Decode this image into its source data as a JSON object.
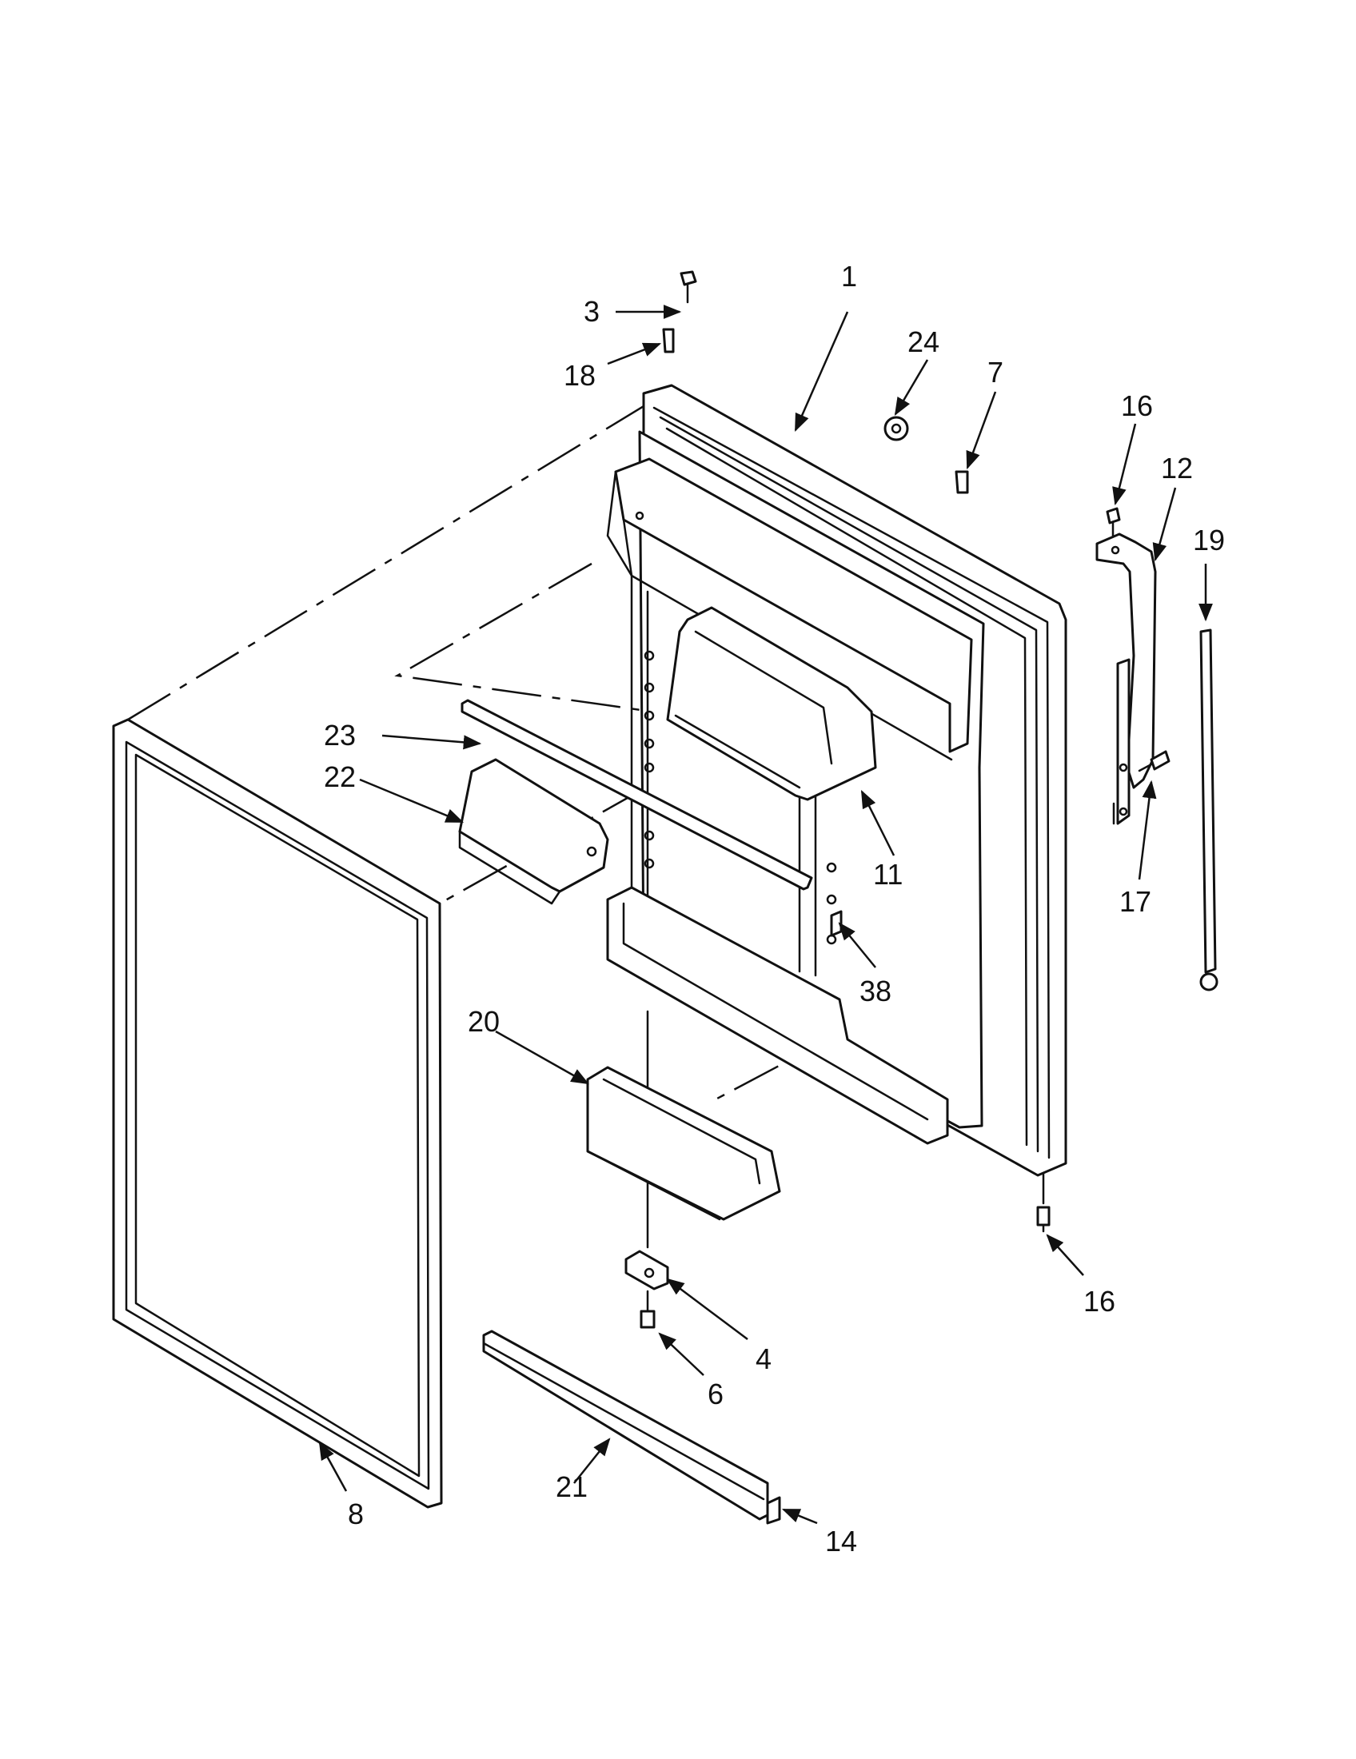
{
  "callouts": [
    {
      "id": "c1",
      "label": "1"
    },
    {
      "id": "c3",
      "label": "3"
    },
    {
      "id": "c4",
      "label": "4"
    },
    {
      "id": "c6",
      "label": "6"
    },
    {
      "id": "c7",
      "label": "7"
    },
    {
      "id": "c8",
      "label": "8"
    },
    {
      "id": "c11",
      "label": "11"
    },
    {
      "id": "c12",
      "label": "12"
    },
    {
      "id": "c14",
      "label": "14"
    },
    {
      "id": "c16a",
      "label": "16"
    },
    {
      "id": "c16b",
      "label": "16"
    },
    {
      "id": "c17",
      "label": "17"
    },
    {
      "id": "c18",
      "label": "18"
    },
    {
      "id": "c19",
      "label": "19"
    },
    {
      "id": "c20",
      "label": "20"
    },
    {
      "id": "c21",
      "label": "21"
    },
    {
      "id": "c22",
      "label": "22"
    },
    {
      "id": "c23",
      "label": "23"
    },
    {
      "id": "c24",
      "label": "24"
    },
    {
      "id": "c38",
      "label": "38"
    }
  ]
}
